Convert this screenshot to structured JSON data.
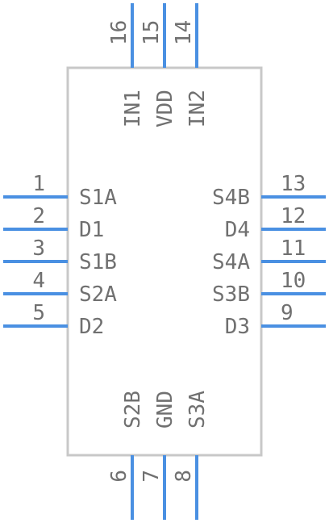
{
  "colors": {
    "pin": "#4a90e2",
    "outline": "#c8c8c8",
    "text": "#707070"
  },
  "left_pins": [
    {
      "num": "1",
      "name": "S1A"
    },
    {
      "num": "2",
      "name": "D1"
    },
    {
      "num": "3",
      "name": "S1B"
    },
    {
      "num": "4",
      "name": "S2A"
    },
    {
      "num": "5",
      "name": "D2"
    }
  ],
  "right_pins": [
    {
      "num": "13",
      "name": "S4B"
    },
    {
      "num": "12",
      "name": "D4"
    },
    {
      "num": "11",
      "name": "S4A"
    },
    {
      "num": "10",
      "name": "S3B"
    },
    {
      "num": "9",
      "name": "D3"
    }
  ],
  "top_pins": [
    {
      "num": "16",
      "name": "IN1"
    },
    {
      "num": "15",
      "name": "VDD"
    },
    {
      "num": "14",
      "name": "IN2"
    }
  ],
  "bottom_pins": [
    {
      "num": "6",
      "name": "S2B"
    },
    {
      "num": "7",
      "name": "GND"
    },
    {
      "num": "8",
      "name": "S3A"
    }
  ]
}
